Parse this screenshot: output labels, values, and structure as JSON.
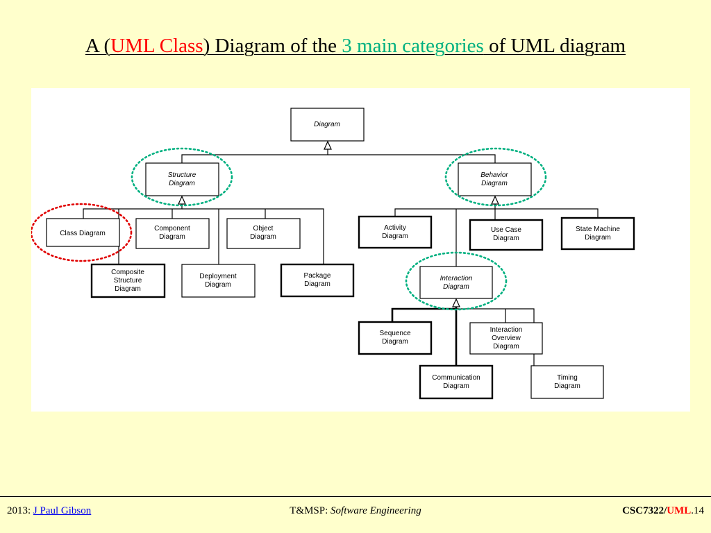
{
  "title": {
    "part1": "A (",
    "uml_class": "UML Class",
    "part2": ") Diagram of the ",
    "categories": "3 main categories",
    "part3": " of UML diagram"
  },
  "diagram": {
    "nodes": {
      "diagram": [
        "Diagram"
      ],
      "structure": [
        "Structure",
        "Diagram"
      ],
      "behavior": [
        "Behavior",
        "Diagram"
      ],
      "class": [
        "Class Diagram"
      ],
      "component": [
        "Component",
        "Diagram"
      ],
      "object": [
        "Object",
        "Diagram"
      ],
      "composite": [
        "Composite",
        "Structure",
        "Diagram"
      ],
      "deployment": [
        "Deployment",
        "Diagram"
      ],
      "package": [
        "Package",
        "Diagram"
      ],
      "activity": [
        "Activity",
        "Diagram"
      ],
      "usecase": [
        "Use Case",
        "Diagram"
      ],
      "statemachine": [
        "State Machine",
        "Diagram"
      ],
      "interaction": [
        "Interaction",
        "Diagram"
      ],
      "sequence": [
        "Sequence",
        "Diagram"
      ],
      "interactionoverview": [
        "Interaction",
        "Overview",
        "Diagram"
      ],
      "communication": [
        "Communication",
        "Diagram"
      ],
      "timing": [
        "Timing",
        "Diagram"
      ]
    },
    "highlight_colors": {
      "categories": "#00b080",
      "class_diagram": "#e00000"
    }
  },
  "footer": {
    "year": "2013: ",
    "author": "J Paul Gibson",
    "dept": "T&MSP: ",
    "course": "Software Engineering",
    "code_prefix": "CSC7322/",
    "code_uml": "UML",
    "page_number": ".14"
  }
}
